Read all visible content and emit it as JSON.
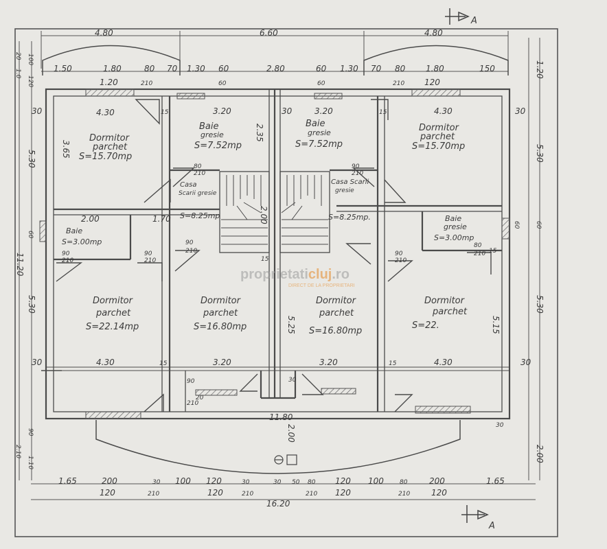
{
  "section_marker": "A",
  "top_dims": {
    "outer": [
      "4.80",
      "6.60",
      "4.80"
    ],
    "openings": [
      "1.50",
      "1.80",
      "80",
      "70",
      "1.30",
      "60",
      "2.80",
      "60",
      "1.30",
      "70",
      "80",
      "1.80",
      "150"
    ],
    "sill": [
      "1.20",
      "210",
      "60",
      "60",
      "210",
      "120"
    ]
  },
  "bottom_dims": {
    "openings": [
      "1.65",
      "200",
      "30",
      "100",
      "120",
      "30",
      "30",
      "50",
      "80",
      "120",
      "100",
      "80",
      "200",
      "1.65"
    ],
    "sill": [
      "120",
      "210",
      "120",
      "210",
      "210",
      "120",
      "210",
      "120"
    ],
    "total": "16.20"
  },
  "left_dims": [
    "20",
    "1.0",
    "100",
    "120",
    "5.30",
    "60",
    "11.20",
    "5.30",
    "90",
    "2.10",
    "1.10"
  ],
  "right_dims": [
    "1.20",
    "5.30",
    "60",
    "60",
    "5.30",
    "2.00"
  ],
  "inner_widths": {
    "upper": [
      "30",
      "4.30",
      "15",
      "3.20",
      "30",
      "3.20",
      "15",
      "4.30",
      "30"
    ],
    "lower": [
      "30",
      "4.30",
      "15",
      "3.20",
      "3.20",
      "15",
      "4.30",
      "30"
    ]
  },
  "misc_dims": [
    "2.00",
    "1.70",
    "3.65",
    "2.35",
    "2.00",
    "5.25",
    "5.15",
    "11.80",
    "2.00",
    "90",
    "210",
    "30",
    "20",
    "15",
    "15",
    "30"
  ],
  "door_marks": [
    "80",
    "210",
    "90",
    "210",
    "90",
    "210",
    "90",
    "210",
    "90",
    "210",
    "80",
    "210",
    "90",
    "210"
  ],
  "rooms": [
    {
      "name": "Dormitor",
      "finish": "parchet",
      "area": "S=15.70mp"
    },
    {
      "name": "Baie",
      "finish": "gresie",
      "area": "S=7.52mp"
    },
    {
      "name": "Baie",
      "finish": "gresie",
      "area": "S=7.52mp"
    },
    {
      "name": "Dormitor",
      "finish": "parchet",
      "area": "S=15.70mp"
    },
    {
      "name": "Casa",
      "finish": "Scarii gresie",
      "area": "S=8.25mp"
    },
    {
      "name": "Casa Scarii",
      "finish": "gresie",
      "area": "S=8.25mp."
    },
    {
      "name": "Baie",
      "finish": "",
      "area": "S=3.00mp"
    },
    {
      "name": "Baie",
      "finish": "gresie",
      "area": "S=3.00mp"
    },
    {
      "name": "Dormitor",
      "finish": "parchet",
      "area": "S=22.14mp"
    },
    {
      "name": "Dormitor",
      "finish": "parchet",
      "area": "S=16.80mp"
    },
    {
      "name": "Dormitor",
      "finish": "parchet",
      "area": "S=16.80mp"
    },
    {
      "name": "Dormitor",
      "finish": "parchet",
      "area": "S=22."
    }
  ],
  "watermark": {
    "brand_a": "proprietati",
    "brand_b": "cluj",
    "tld": ".ro",
    "tagline": "DIRECT DE LA PROPRIETARI"
  },
  "colors": {
    "paper": "#e9e8e4",
    "ink": "#4a4a4a",
    "brand_gray": "#9a9a9a",
    "brand_orange": "#e58a2a"
  }
}
